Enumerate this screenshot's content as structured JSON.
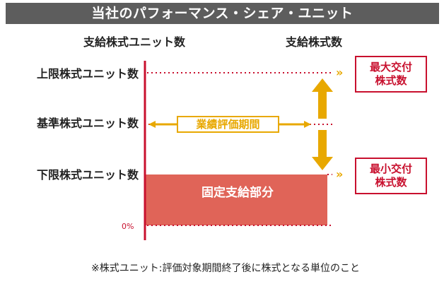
{
  "title": "当社のパフォーマンス・シェア・ユニット",
  "columns": {
    "units": "支給株式ユニット数",
    "shares": "支給株式数"
  },
  "rows": {
    "upper": "上限株式ユニット数",
    "base": "基準株式ユニット数",
    "lower": "下限株式ユニット数",
    "zero": "0%"
  },
  "fixed_portion": "固定支給部分",
  "evaluation_period": "業績評価期間",
  "max_box": {
    "line1": "最大交付",
    "line2": "株式数"
  },
  "min_box": {
    "line1": "最小交付",
    "line2": "株式数"
  },
  "chevron": "»",
  "footnote": "※株式ユニット:評価対象期間終了後に株式となる単位のこと",
  "colors": {
    "title_bg": "#5d5d5d",
    "red": "#c8102e",
    "salmon": "#e06458",
    "gold": "#e8a800"
  }
}
